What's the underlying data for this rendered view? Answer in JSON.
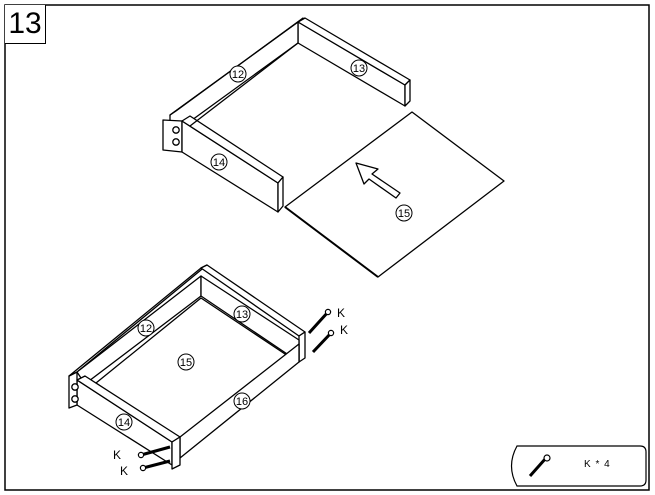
{
  "step": {
    "number": "13"
  },
  "parts": {
    "p12": "12",
    "p13": "13",
    "p14": "14",
    "p15": "15",
    "p16": "16"
  },
  "screw": {
    "label": "K"
  },
  "legend": {
    "count_text": "K * 4"
  }
}
